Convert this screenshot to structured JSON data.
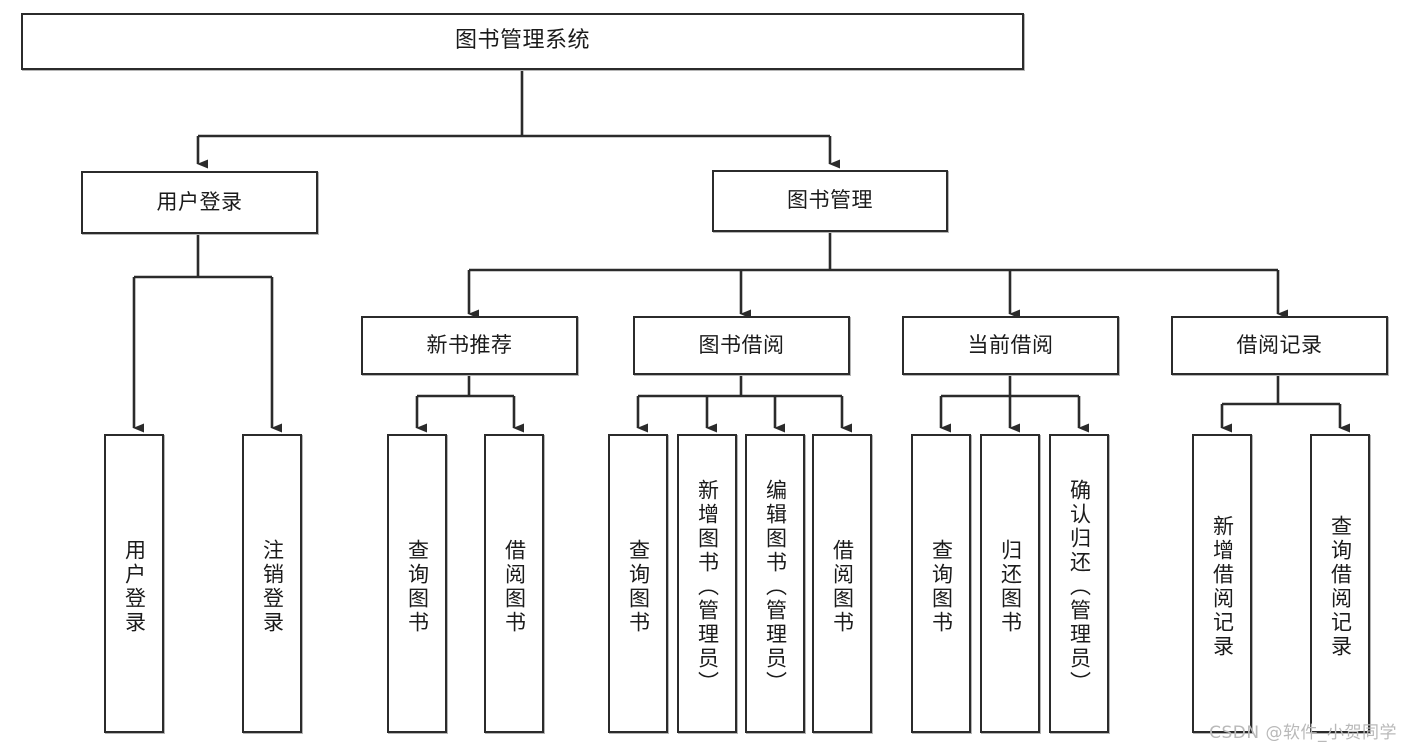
{
  "diagram": {
    "title": "图书管理系统",
    "type": "tree",
    "watermark": "CSDN @软件_小贺同学",
    "colors": {
      "stroke": "#2b2b2b",
      "fill": "#ffffff",
      "text": "#1b1b1b",
      "watermark": "#b9b9b9"
    },
    "nodes": {
      "root": {
        "label": "图书管理系统"
      },
      "level1": [
        {
          "label": "用户登录"
        },
        {
          "label": "图书管理"
        }
      ],
      "level2": [
        {
          "label": "新书推荐"
        },
        {
          "label": "图书借阅"
        },
        {
          "label": "当前借阅"
        },
        {
          "label": "借阅记录"
        }
      ],
      "leaves": {
        "user_login": [
          {
            "label": "用户登录"
          },
          {
            "label": "注销登录"
          }
        ],
        "new_book_recommend": [
          {
            "label": "查询图书"
          },
          {
            "label": "借阅图书"
          }
        ],
        "book_borrow": [
          {
            "label": "查询图书"
          },
          {
            "label": "新增图书（管理员）"
          },
          {
            "label": "编辑图书（管理员）"
          },
          {
            "label": "借阅图书"
          }
        ],
        "current_borrow": [
          {
            "label": "查询图书"
          },
          {
            "label": "归还图书"
          },
          {
            "label": "确认归还（管理员）"
          }
        ],
        "borrow_record": [
          {
            "label": "新增借阅记录"
          },
          {
            "label": "查询借阅记录"
          }
        ]
      }
    }
  }
}
